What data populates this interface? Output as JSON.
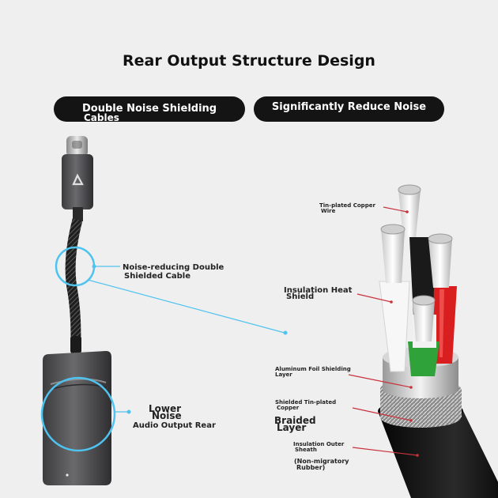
{
  "title": "Rear Output Structure Design",
  "pills": {
    "left_line1": "Double Noise Shielding",
    "left_line2": "Cables",
    "right": "Significantly Reduce Noise"
  },
  "left_labels": {
    "cable_line1": "Noise-reducing Double",
    "cable_line2": "Shielded Cable",
    "lower_line1": "Lower",
    "lower_line2": "Noise",
    "lower_line3": "Audio Output Rear"
  },
  "right_labels": {
    "tin_wire_line1": "Tin-plated Copper",
    "tin_wire_line2": "Wire",
    "insulation_line1": "Insulation Heat",
    "insulation_line2": "Shield",
    "foil_line1": "Aluminum Foil Shielding",
    "foil_line2": "Layer",
    "shielded_line1": "Shielded Tin-plated",
    "shielded_line2": "Copper",
    "braided_line1": "Braided",
    "braided_line2": "Layer",
    "sheath_line1": "Insulation Outer",
    "sheath_line2": "Sheath",
    "sheath_line3": "(Non-migratory",
    "sheath_line4": "Rubber)"
  },
  "colors": {
    "background": "#efefef",
    "pill": "#141414",
    "highlight_circle": "#4ec3ef",
    "pointer_line": "#c8323c",
    "wire_red": "#d81e1e",
    "wire_green": "#2fa23a",
    "wire_white": "#f4f4f4"
  },
  "icons": {
    "logo": "triangle-a-logo-icon"
  }
}
